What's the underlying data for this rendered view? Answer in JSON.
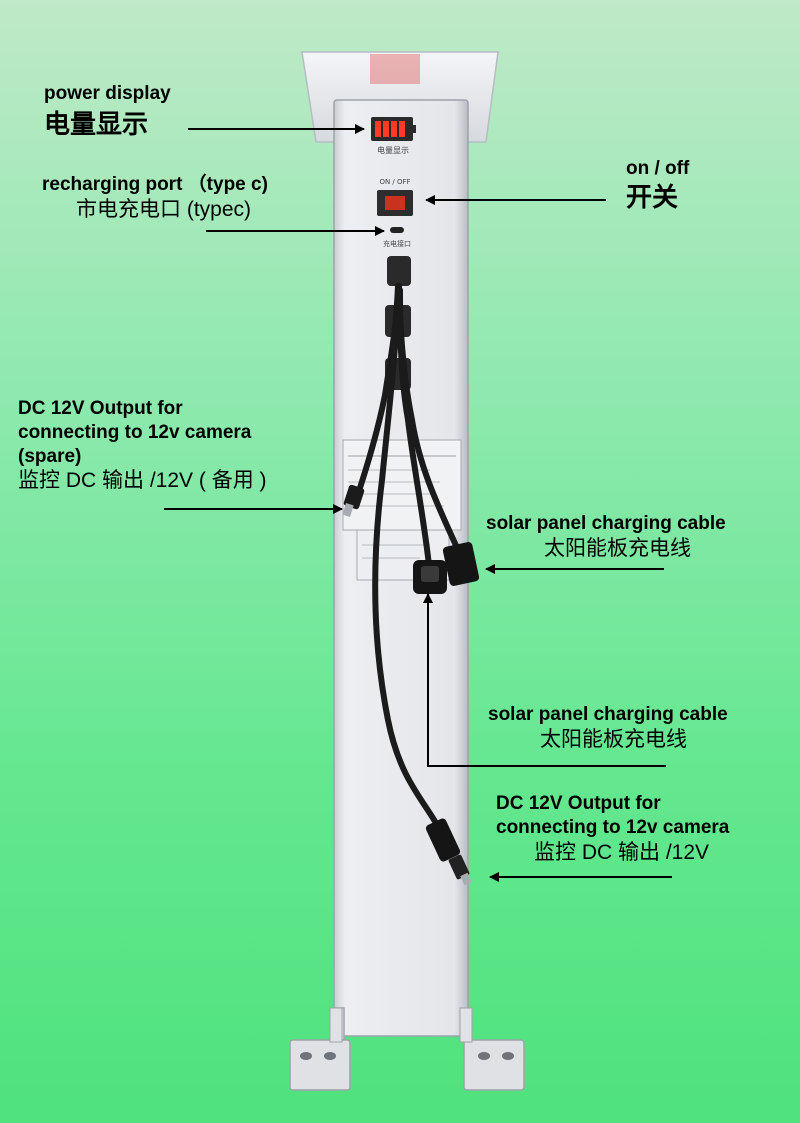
{
  "labels": {
    "power_display": {
      "en": "power display",
      "cn": "电量显示"
    },
    "on_off": {
      "en": "on / off",
      "cn": "开关"
    },
    "recharging_port": {
      "en": "recharging port （type c)",
      "cn": "市电充电口 (typec)"
    },
    "dc_output_spare": {
      "en_line1": "DC 12V Output for",
      "en_line2": "connecting to 12v camera",
      "en_line3": "(spare)",
      "cn": "监控 DC 输出 /12V ( 备用 )"
    },
    "solar_cable_1": {
      "en": "solar panel charging cable",
      "cn": "太阳能板充电线"
    },
    "solar_cable_2": {
      "en": "solar panel charging cable",
      "cn": "太阳能板充电线"
    },
    "dc_output_main": {
      "en_line1": "DC 12V Output for",
      "en_line2": "connecting to 12v camera",
      "cn": "监控 DC 输出 /12V"
    }
  },
  "device_text": {
    "power_display_caption": "电量显示",
    "switch_caption": "ON / OFF",
    "charge_port_caption": "充电接口"
  },
  "colors": {
    "background_top": "#bfe9c8",
    "background_bottom": "#4fe27d",
    "housing": "#e6e8ec",
    "arrow": "#000000",
    "battery_led": "#ff3a2a",
    "cable": "#1b1b1b"
  }
}
